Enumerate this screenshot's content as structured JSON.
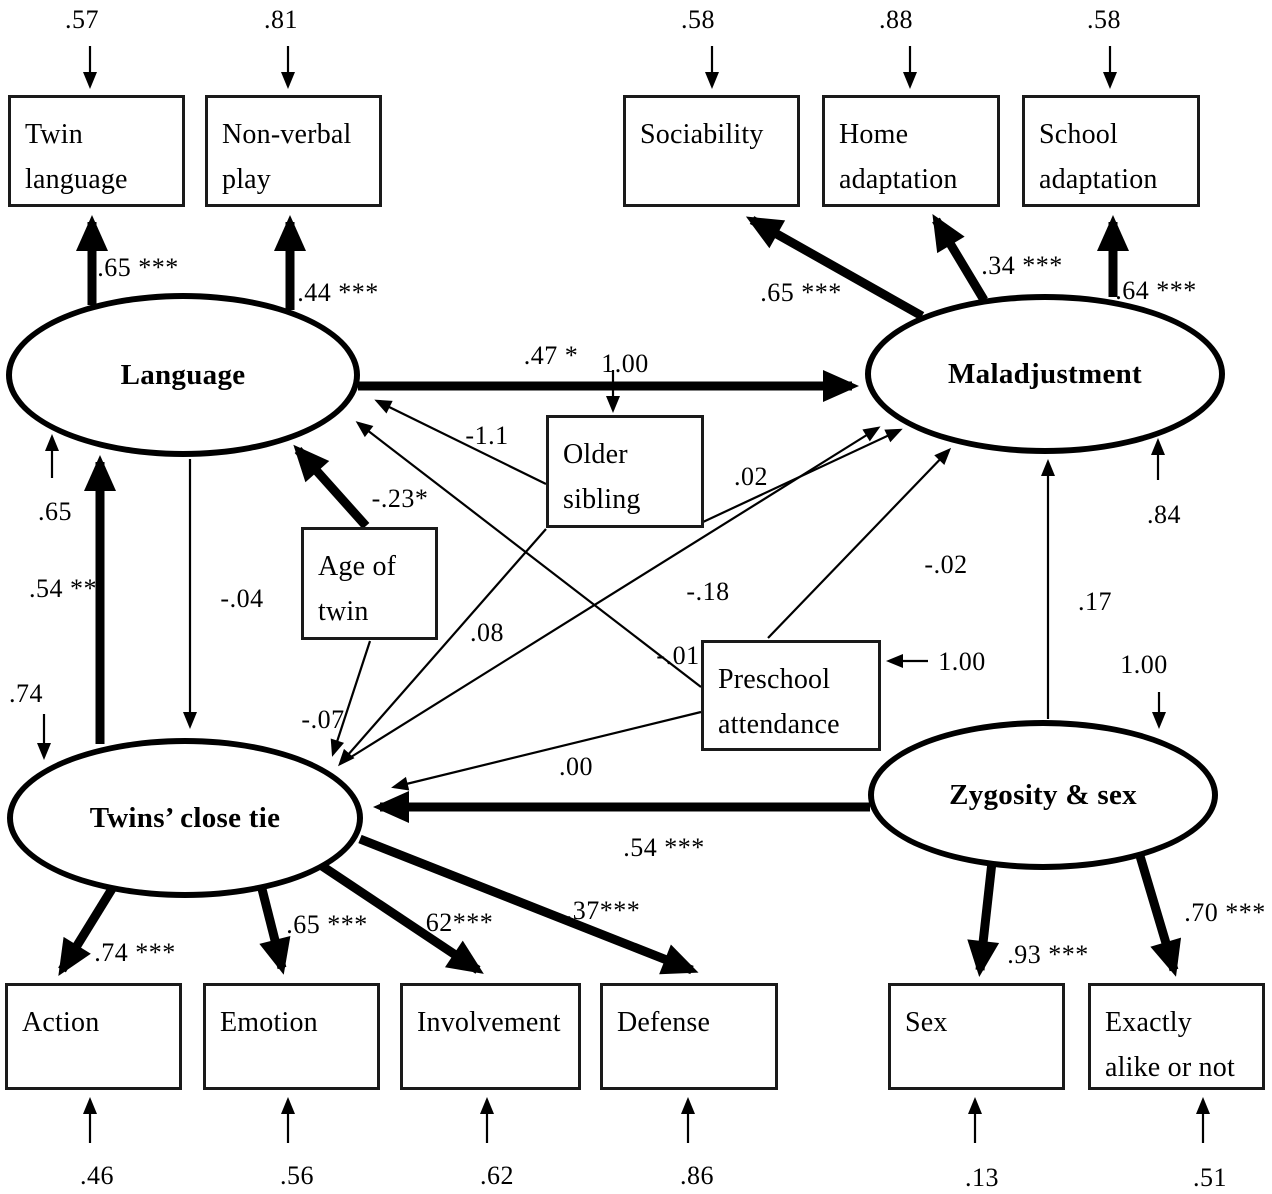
{
  "latents": {
    "language": "Language",
    "maladjustment": "Maladjustment",
    "twins_close_tie": "Twins’ close tie",
    "zygosity_sex": "Zygosity & sex"
  },
  "observed": {
    "twin_language": "Twin language",
    "non_verbal_play": "Non-verbal play",
    "sociability": "Sociability",
    "home_adaptation": "Home adaptation",
    "school_adaptation": "School adaptation",
    "action": "Action",
    "emotion": "Emotion",
    "involvement": "Involvement",
    "defense": "Defense",
    "sex": "Sex",
    "exactly_alike": "Exactly alike or not"
  },
  "covariates": {
    "older_sibling": "Older sibling",
    "age_of_twin": "Age of twin",
    "preschool_attendance": "Preschool attendance"
  },
  "loadings": {
    "twin_language": ".65 ***",
    "non_verbal_play": ".44 ***",
    "sociability": ".65 ***",
    "home_adaptation": ".34 ***",
    "school_adaptation": ".64 ***",
    "action": ".74 ***",
    "emotion": ".65 ***",
    "involvement": ".62***",
    "defense": ".37***",
    "sex": ".93 ***",
    "exactly_alike": ".70 ***"
  },
  "paths": {
    "language_to_maladjustment": ".47 *",
    "twins_to_language": ".54 **",
    "language_to_twins": "-.04",
    "twins_to_maladjustment": "-.18",
    "zygosity_to_twins": ".54 ***",
    "zygosity_to_maladjustment": ".17",
    "older_to_language": "-1.1",
    "older_to_maladjustment": ".02",
    "older_to_twins": ".08",
    "age_to_language": "-.23*",
    "age_to_twins": "-.07",
    "preschool_to_language": "-.01",
    "preschool_to_maladjustment": "-.02",
    "preschool_to_twins": ".00"
  },
  "errors": {
    "twin_language": ".57",
    "non_verbal_play": ".81",
    "sociability": ".58",
    "home_adaptation": ".88",
    "school_adaptation": ".58",
    "action": ".46",
    "emotion": ".56",
    "involvement": ".62",
    "defense": ".86",
    "sex": ".13",
    "exactly_alike": ".51",
    "language": ".65",
    "maladjustment": ".84",
    "twins_close_tie": ".74",
    "older_sibling": "1.00",
    "preschool_attendance": "1.00",
    "zygosity_sex": "1.00"
  }
}
